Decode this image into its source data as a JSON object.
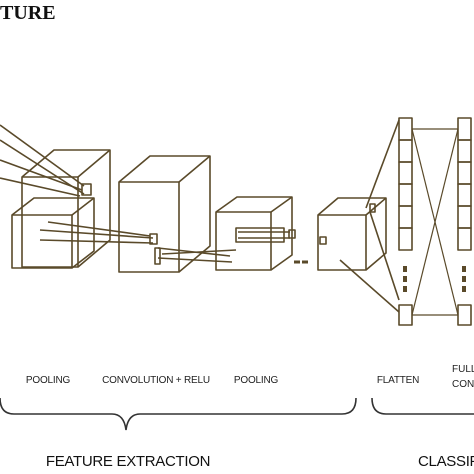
{
  "heading": "TURE",
  "stages": {
    "pooling_1": "POOLING",
    "conv_relu": "CONVOLUTION + RELU",
    "pooling_2": "POOLING",
    "flatten": "FLATTEN",
    "fully_connected_line1": "FULLY",
    "fully_connected_line2": "CONNEC"
  },
  "groups": {
    "feature_extraction": "FEATURE EXTRACTION",
    "classification": "CLASSIF"
  },
  "colors": {
    "stroke": "#5a4a2a",
    "brace": "#333333",
    "text": "#222222"
  }
}
